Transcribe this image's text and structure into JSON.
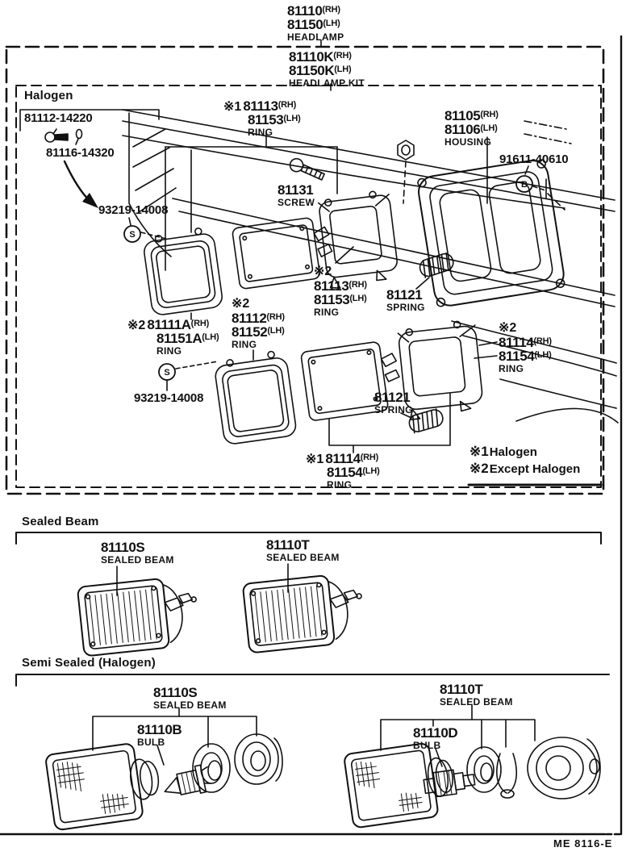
{
  "page": {
    "bg": "#ffffff",
    "ink": "#111111",
    "footer_code": "ME 8116-E"
  },
  "header": {
    "headlamp": {
      "rows": [
        {
          "num": "81110",
          "side": "(RH)"
        },
        {
          "num": "81150",
          "side": "(LH)"
        }
      ],
      "name": "HEADLAMP"
    },
    "kit": {
      "rows": [
        {
          "num": "81110K",
          "side": "(RH)"
        },
        {
          "num": "81150K",
          "side": "(LH)"
        }
      ],
      "name": "HEADLAMP KIT"
    }
  },
  "halogen": {
    "title": "Halogen",
    "fasteners": {
      "bolt": "81112-14220",
      "pin": "81116-14320",
      "screw_upper": "93219-14008",
      "screw_lower": "93219-14008",
      "screw_symbol": "S",
      "bolt_symbol": "B"
    },
    "parts": {
      "ring_top": {
        "mark": "※1",
        "rows": [
          {
            "num": "81113",
            "side": "(RH)"
          },
          {
            "num": "81153",
            "side": "(LH)"
          }
        ],
        "name": "RING"
      },
      "screw": {
        "num": "81131",
        "name": "SCREW"
      },
      "housing": {
        "rows": [
          {
            "num": "81105",
            "side": "(RH)"
          },
          {
            "num": "81106",
            "side": "(LH)"
          }
        ],
        "name": "HOUSING"
      },
      "bolt": {
        "num": "91611-40610"
      },
      "ring_mid": {
        "mark": "※2",
        "rows": [
          {
            "num": "81113",
            "side": "(RH)"
          },
          {
            "num": "81153",
            "side": "(LH)"
          }
        ],
        "name": "RING"
      },
      "spring_upper": {
        "num": "81121",
        "name": "SPRING"
      },
      "ring_a": {
        "mark": "※2",
        "rows": [
          {
            "num": "81111A",
            "side": "(RH)"
          },
          {
            "num": "81151A",
            "side": "(LH)"
          }
        ],
        "name": "RING"
      },
      "ring_b": {
        "mark": "※2",
        "rows": [
          {
            "num": "81112",
            "side": "(RH)"
          },
          {
            "num": "81152",
            "side": "(LH)"
          }
        ],
        "name": "RING"
      },
      "ring_right": {
        "mark": "※2",
        "rows": [
          {
            "num": "81114",
            "side": "(RH)"
          },
          {
            "num": "81154",
            "side": "(LH)"
          }
        ],
        "name": "RING"
      },
      "spring_lower": {
        "num": "81121",
        "name": "SPRING"
      },
      "ring_bottom": {
        "mark": "※1",
        "rows": [
          {
            "num": "81114",
            "side": "(RH)"
          },
          {
            "num": "81154",
            "side": "(LH)"
          }
        ],
        "name": "RING"
      }
    },
    "legend": [
      {
        "mark": "※1",
        "text": "Halogen"
      },
      {
        "mark": "※2",
        "text": "Except Halogen"
      }
    ]
  },
  "sealed_beam": {
    "title": "Sealed Beam",
    "left": {
      "num": "81110S",
      "name": "SEALED BEAM"
    },
    "right": {
      "num": "81110T",
      "name": "SEALED BEAM"
    }
  },
  "semi_sealed": {
    "title": "Semi Sealed (Halogen)",
    "left": {
      "beam": {
        "num": "81110S",
        "name": "SEALED BEAM"
      },
      "bulb": {
        "num": "81110B",
        "name": "BULB"
      }
    },
    "right": {
      "beam": {
        "num": "81110T",
        "name": "SEALED BEAM"
      },
      "bulb": {
        "num": "81110D",
        "name": "BULB"
      }
    }
  }
}
